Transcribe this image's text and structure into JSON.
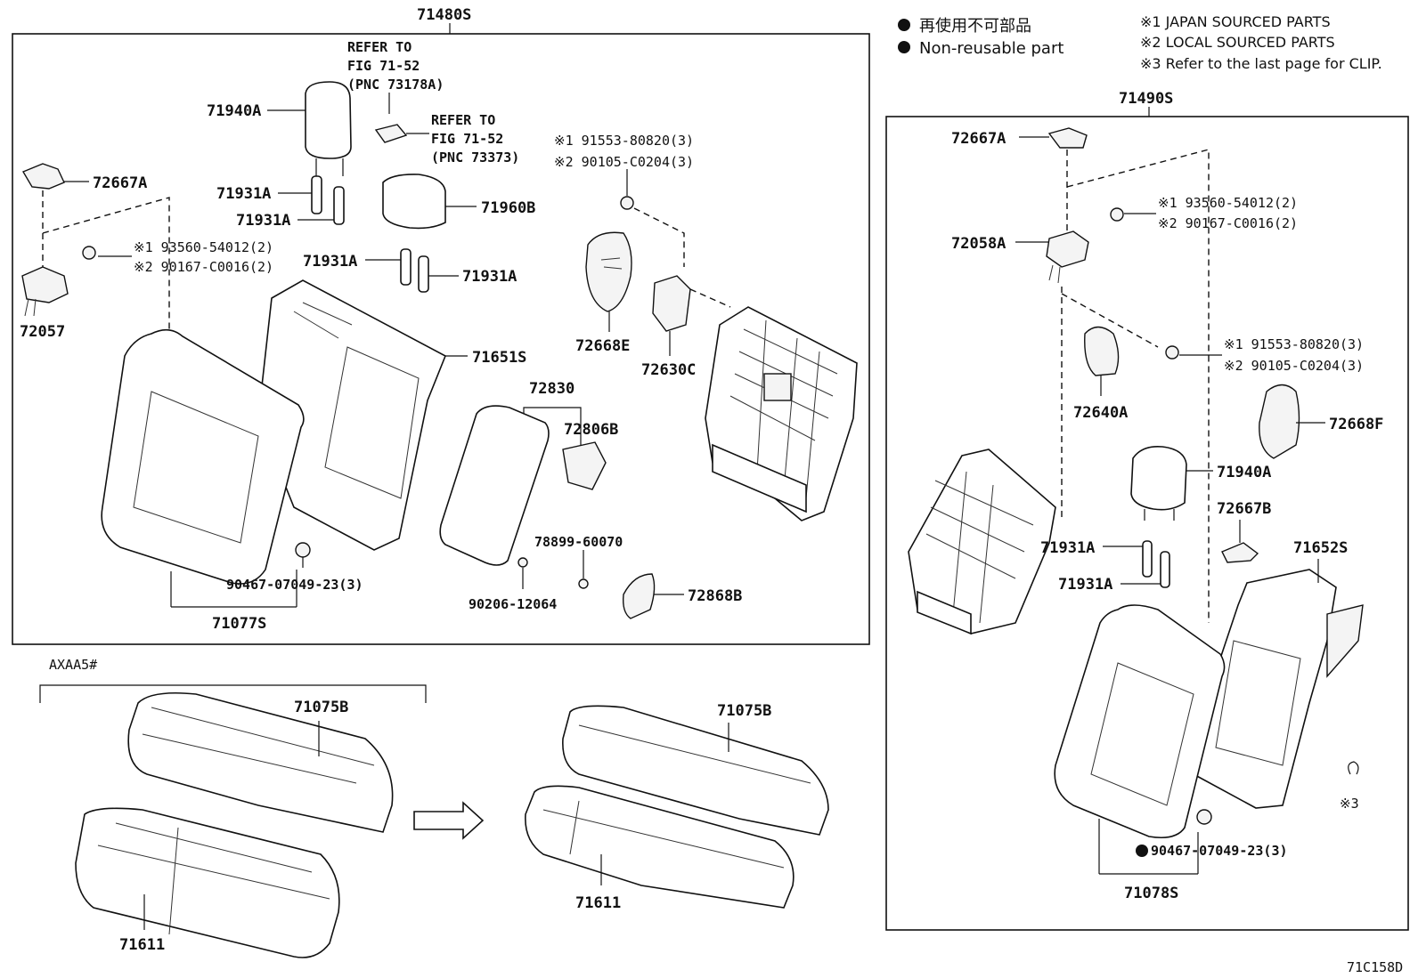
{
  "legend": {
    "non_reusable_jp": "再使用不可部品",
    "non_reusable_en": "Non-reusable part",
    "note1": "※1 JAPAN SOURCED PARTS",
    "note2": "※2 LOCAL SOURCED PARTS",
    "note3": "※3 Refer to the last page for CLIP."
  },
  "left_assembly": {
    "title": "71480S",
    "refer1": [
      "REFER TO",
      "FIG 71-52",
      "(PNC 73178A)"
    ],
    "refer2": [
      "REFER TO",
      "FIG 71-52",
      "(PNC 73373)"
    ],
    "parts": {
      "p71940A": "71940A",
      "p72667A": "72667A",
      "p71931A_1": "71931A",
      "p71931A_2": "71931A",
      "p71960B": "71960B",
      "p71931A_3": "71931A",
      "p71931A_4": "71931A",
      "p72057": "72057",
      "s19356": "※1 93560-54012(2)",
      "s29016": "※2 90167-C0016(2)",
      "s19155": "※1 91553-80820(3)",
      "s29010": "※2 90105-C0204(3)",
      "p72668E": "72668E",
      "p72630C": "72630C",
      "p71651S": "71651S",
      "p72830": "72830",
      "p72806B": "72806B",
      "p78899": "78899-60070",
      "p90206": "90206-12064",
      "p72868B": "72868B",
      "p90467": "90467-07049-23(3)",
      "p71077S": "71077S"
    }
  },
  "lower_assembly": {
    "model_code": "AXAA5#",
    "parts": {
      "p71075B_a": "71075B",
      "p71611_a": "71611",
      "p71075B_b": "71075B",
      "p71611_b": "71611"
    }
  },
  "right_assembly": {
    "title": "71490S",
    "parts": {
      "p72667A": "72667A",
      "p72058A": "72058A",
      "s19356": "※1 93560-54012(2)",
      "s29016": "※2 90167-C0016(2)",
      "s19155": "※1 91553-80820(3)",
      "s29010": "※2 90105-C0204(3)",
      "p72640A": "72640A",
      "p72668F": "72668F",
      "p71940A": "71940A",
      "p72667B": "72667B",
      "p71931A_1": "71931A",
      "p71931A_2": "71931A",
      "p71652S": "71652S",
      "clip": "※3",
      "p90467": "90467-07049-23(3)",
      "p71078S": "71078S"
    }
  },
  "figure_code": "71C158D"
}
